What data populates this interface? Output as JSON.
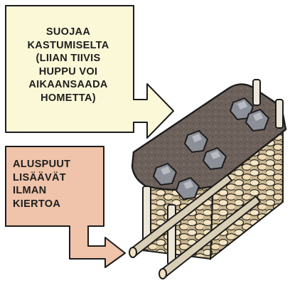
{
  "callouts": {
    "cover": {
      "lines": [
        "SUOJAA",
        "KASTUMISELTA",
        "(LIIAN TIIVIS",
        "HUPPU VOI",
        "AIKAANSAADA",
        "HOMETTA)"
      ],
      "fill": "#fbf8d8"
    },
    "base": {
      "lines": [
        "ALUSPUUT",
        "LISÄÄVÄT",
        "ILMAN",
        "KIERTOA"
      ],
      "fill": "#efc4aa"
    }
  },
  "colors": {
    "cover": "#6e625c",
    "stone": "#8d8f98",
    "wood": "#f2e2c2",
    "post": "#ece7d9",
    "outline": "#1c1c1c"
  }
}
